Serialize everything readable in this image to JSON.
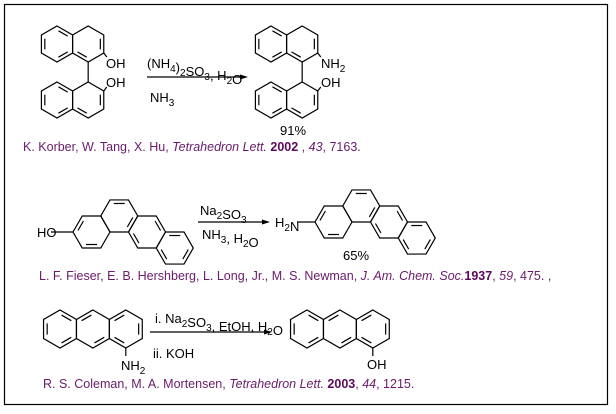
{
  "reactions": [
    {
      "reactant_labels": [
        "OH",
        "OH"
      ],
      "reagents_above": "(NH4)2SO3, H2O",
      "reagents_below": "NH3",
      "product_labels": [
        "NH2",
        "OH"
      ],
      "yield": "91%",
      "citation": {
        "authors": "K. Korber, W. Tang, X. Hu, ",
        "journal": "Tetrahedron Lett.",
        "year": "2002",
        "volume": "43",
        "pages": "7163."
      }
    },
    {
      "reactant_labels": [
        "HO"
      ],
      "reagents_above": "Na2SO3",
      "reagents_below": "NH3, H2O",
      "product_labels": [
        "H2N"
      ],
      "yield": "65%",
      "citation": {
        "authors": "L. F. Fieser, E. B. Hershberg, L. Long, Jr., M. S. Newman, ",
        "journal": "J. Am. Chem. Soc.",
        "year": "1937",
        "volume": "59",
        "pages": "475.",
        "trailing": " ,"
      }
    },
    {
      "reactant_labels": [
        "NH2"
      ],
      "reagents_above": "i. Na2SO3, EtOH, H2O",
      "reagents_below": "ii. KOH",
      "product_labels": [
        "OH"
      ],
      "citation": {
        "authors": "R. S. Coleman, M. A. Mortensen, ",
        "journal": "Tetrahedron Lett.",
        "year": "2003",
        "volume": "44",
        "pages": "1215."
      }
    }
  ],
  "colors": {
    "citation": "#6a1b6a",
    "year": "#5c0a5c",
    "lines": "#000000"
  }
}
